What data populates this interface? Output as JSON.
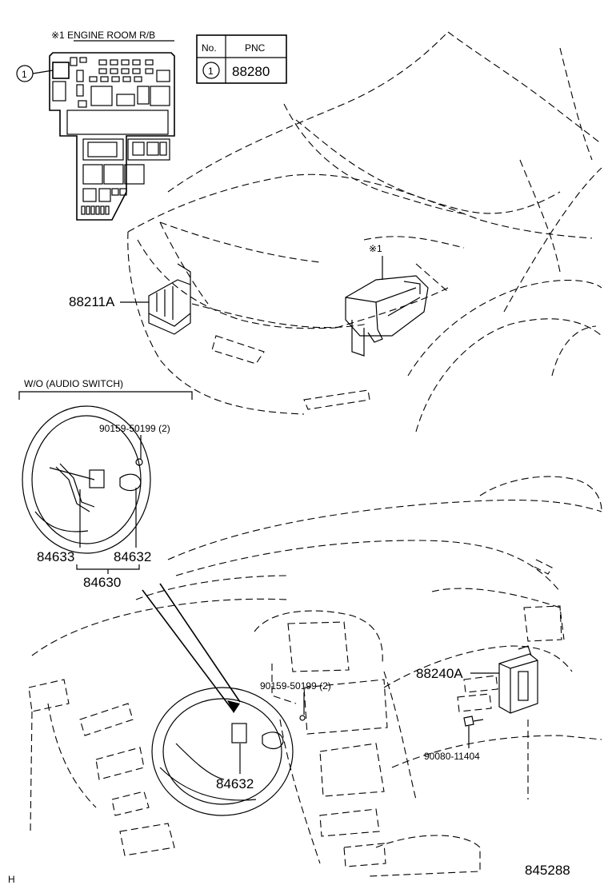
{
  "header": {
    "inset_title": "※1 ENGINE ROOM R/B",
    "callout_1": "1"
  },
  "pnc_table": {
    "headers": [
      "No.",
      "PNC"
    ],
    "rows": [
      {
        "no": "1",
        "pnc": "88280"
      }
    ]
  },
  "labels": {
    "star_ref": "※1",
    "part_88211A": "88211A",
    "wo_audio_switch": "W/O (AUDIO SWITCH)",
    "bolt_upper": "90159-50199 (2)",
    "part_84633": "84633",
    "part_84632_upper": "84632",
    "part_84630": "84630",
    "bolt_lower": "90159-50199 (2)",
    "part_88240A": "88240A",
    "bolt_90080": "90080-11404",
    "part_84632_lower": "84632",
    "corner_letter": "H",
    "diagram_id": "845288"
  }
}
